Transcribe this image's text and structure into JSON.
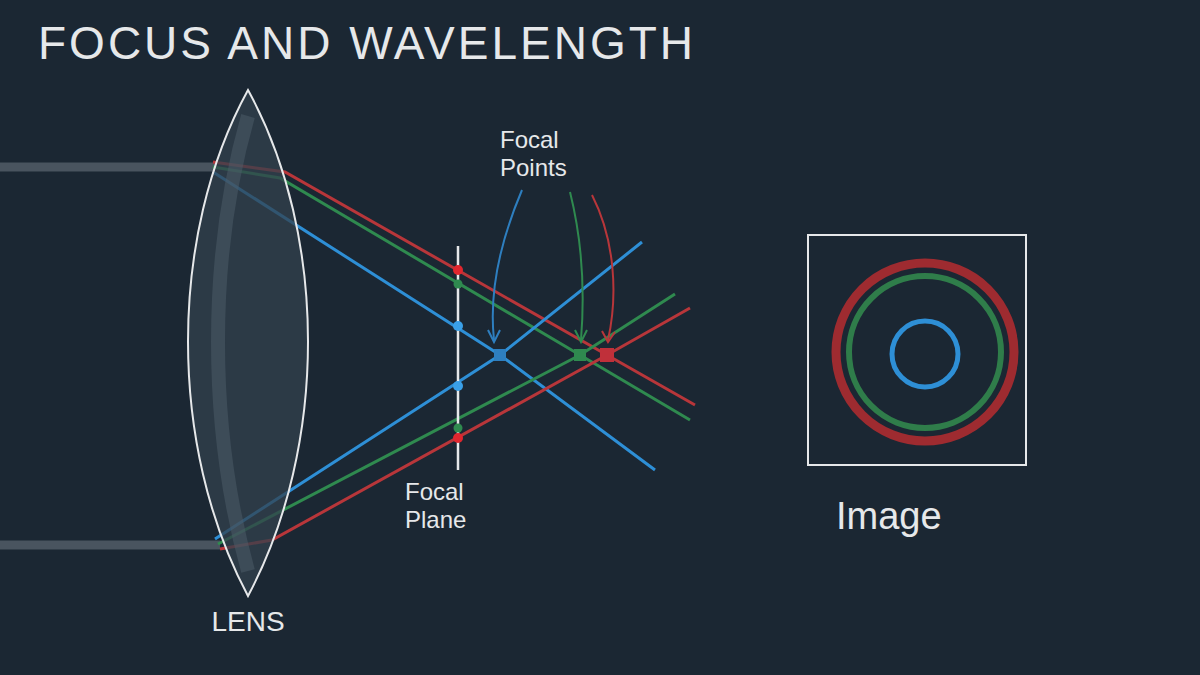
{
  "diagram": {
    "title": "FOCUS AND WAVELENGTH",
    "nodes": [
      {
        "text": [
          "LENS"
        ]
      },
      {
        "text": [
          "Image"
        ]
      }
    ],
    "labels": [
      "Focal Points",
      "Focal Plane"
    ]
  }
}
